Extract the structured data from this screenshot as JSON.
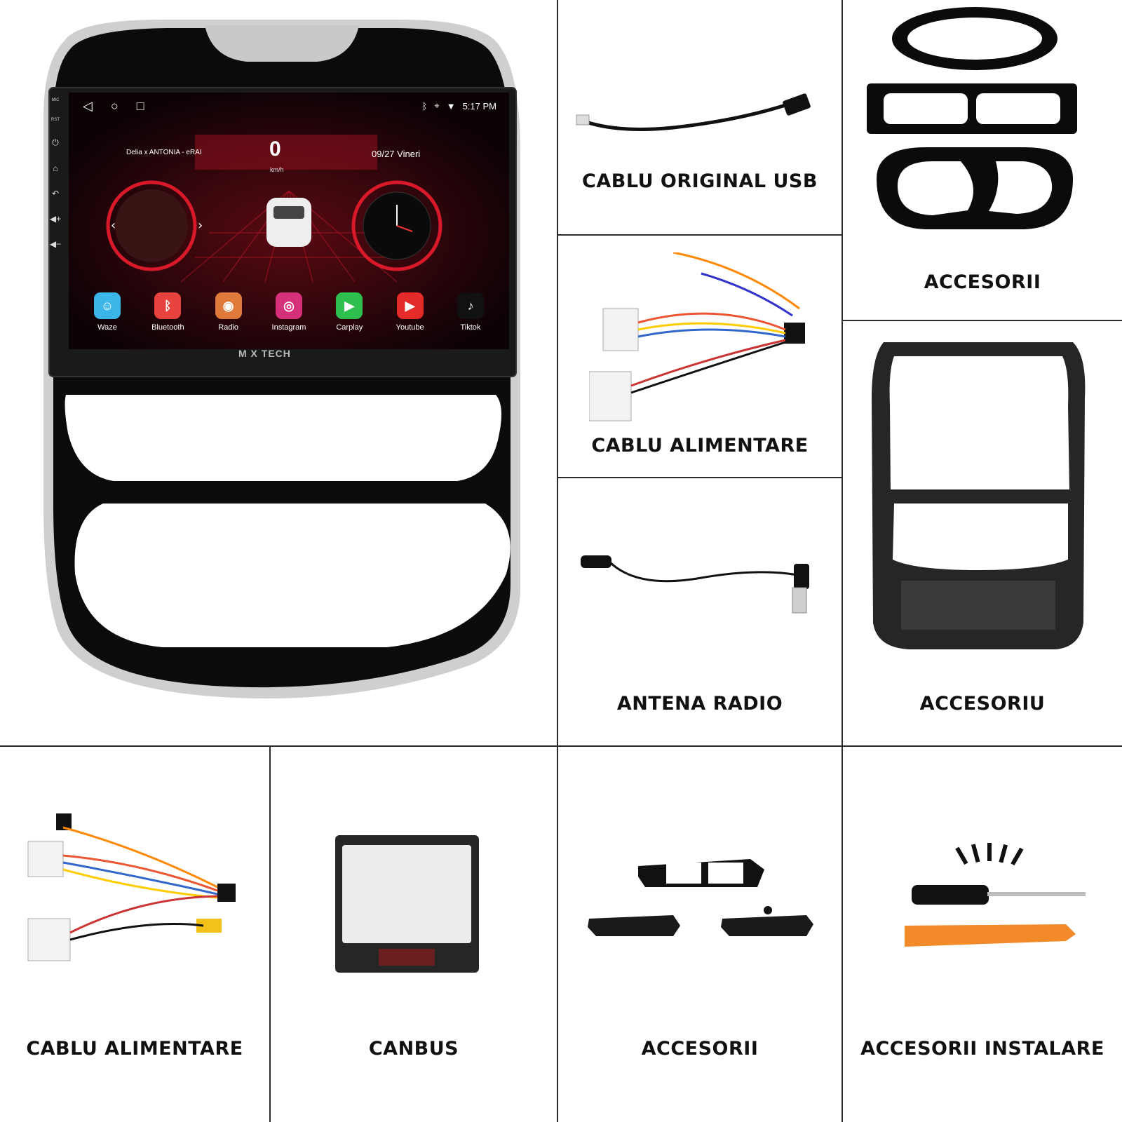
{
  "headunit": {
    "status_time": "5:17 PM",
    "track": "Delia x ANTONIA - eRAI",
    "speed_value": "0",
    "speed_unit": "km/h",
    "date": "09/27",
    "day": "Vineri",
    "side_labels": [
      "MIC",
      "RST"
    ],
    "brand": "M X TECH",
    "apps": [
      {
        "label": "Waze",
        "color": "#3cb6e8",
        "icon": "waze-icon",
        "glyph": "☺"
      },
      {
        "label": "Bluetooth",
        "color": "#e8423f",
        "icon": "bluetooth-icon",
        "glyph": "ᛒ"
      },
      {
        "label": "Radio",
        "color": "#e07a3a",
        "icon": "radio-icon",
        "glyph": "◉"
      },
      {
        "label": "Instagram",
        "color": "#d6307a",
        "icon": "instagram-icon",
        "glyph": "◎"
      },
      {
        "label": "Carplay",
        "color": "#2fbf4f",
        "icon": "carplay-icon",
        "glyph": "▶"
      },
      {
        "label": "Youtube",
        "color": "#e52a2a",
        "icon": "youtube-icon",
        "glyph": "▶"
      },
      {
        "label": "Tiktok",
        "color": "#111111",
        "icon": "tiktok-icon",
        "glyph": "♪"
      }
    ]
  },
  "captions": {
    "usb": "CABLU ORIGINAL USB",
    "accesorii_top": "ACCESORII",
    "alimentare_mid": "CABLU ALIMENTARE",
    "antena": "ANTENA RADIO",
    "accesoriu": "ACCESORIU",
    "alimentare_bottom": "CABLU ALIMENTARE",
    "canbus": "CANBUS",
    "accesorii_bottom": "ACCESORII",
    "instalare": "ACCESORII INSTALARE"
  },
  "colors": {
    "grid_line": "#2a2a2a",
    "frame_black": "#0b0b0b",
    "screen_red": "#d8192a",
    "tool_orange": "#f28a2a"
  }
}
